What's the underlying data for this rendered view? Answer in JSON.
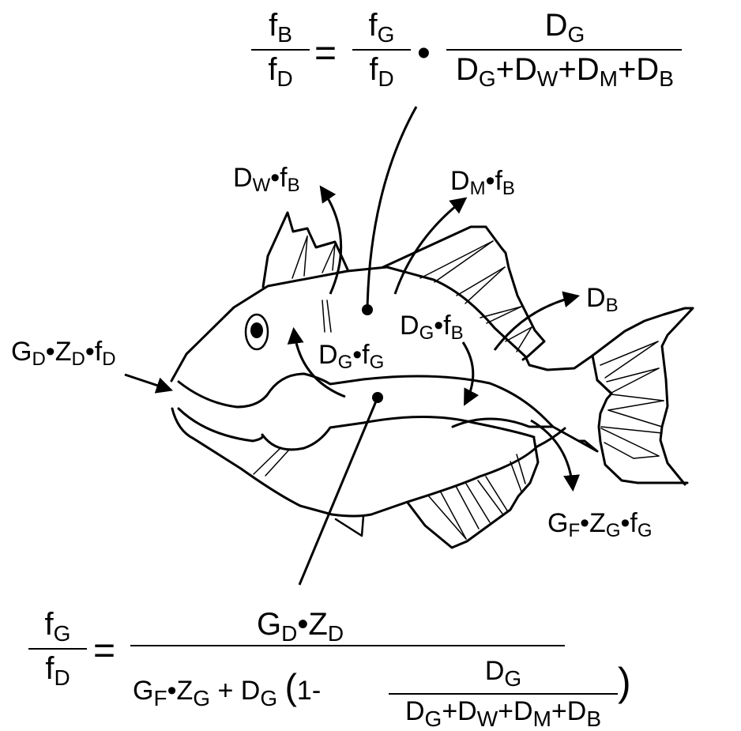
{
  "diagram": {
    "subject": "fish",
    "stroke_color": "#000000",
    "background_color": "#ffffff"
  },
  "equation_top": {
    "lhs": {
      "num_base": "f",
      "num_sub": "B",
      "den_base": "f",
      "den_sub": "D"
    },
    "equals": "=",
    "rhs_frac1": {
      "num_base": "f",
      "num_sub": "G",
      "den_base": "f",
      "den_sub": "D"
    },
    "dot": "•",
    "rhs_frac2": {
      "num_base": "D",
      "num_sub": "G",
      "den_terms": [
        {
          "base": "D",
          "sub": "G"
        },
        {
          "base": "D",
          "sub": "W"
        },
        {
          "base": "D",
          "sub": "M"
        },
        {
          "base": "D",
          "sub": "B"
        }
      ],
      "plus": "+"
    }
  },
  "equation_bottom": {
    "lhs": {
      "num_base": "f",
      "num_sub": "G",
      "den_base": "f",
      "den_sub": "D"
    },
    "equals": "=",
    "numerator": [
      {
        "base": "G",
        "sub": "D"
      },
      {
        "sep": "•"
      },
      {
        "base": "Z",
        "sub": "D"
      }
    ],
    "denominator": {
      "term1": [
        {
          "base": "G",
          "sub": "F"
        },
        {
          "sep": "•"
        },
        {
          "base": "Z",
          "sub": "G"
        }
      ],
      "plus": "+",
      "term2_coef": {
        "base": "D",
        "sub": "G"
      },
      "open_paren": "(",
      "one_minus": "1-",
      "inner_frac": {
        "num": {
          "base": "D",
          "sub": "G"
        },
        "den_terms": [
          {
            "base": "D",
            "sub": "G"
          },
          {
            "base": "D",
            "sub": "W"
          },
          {
            "base": "D",
            "sub": "M"
          },
          {
            "base": "D",
            "sub": "B"
          }
        ]
      },
      "close_paren": ")"
    }
  },
  "labels": {
    "water_elimination": {
      "parts": [
        {
          "base": "D",
          "sub": "W"
        },
        {
          "sep": "•"
        },
        {
          "base": "f",
          "sub": "B"
        }
      ]
    },
    "metabolism": {
      "parts": [
        {
          "base": "D",
          "sub": "M"
        },
        {
          "sep": "•"
        },
        {
          "base": "f",
          "sub": "B"
        }
      ]
    },
    "growth_dilution": {
      "parts": [
        {
          "base": "D",
          "sub": "B"
        }
      ]
    },
    "dietary_uptake": {
      "parts": [
        {
          "base": "G",
          "sub": "D"
        },
        {
          "sep": "•"
        },
        {
          "base": "Z",
          "sub": "D"
        },
        {
          "sep": "•"
        },
        {
          "base": "f",
          "sub": "D"
        }
      ]
    },
    "gut_to_body": {
      "parts": [
        {
          "base": "D",
          "sub": "G"
        },
        {
          "sep": "•"
        },
        {
          "base": "f",
          "sub": "G"
        }
      ]
    },
    "body_to_gut": {
      "parts": [
        {
          "base": "D",
          "sub": "G"
        },
        {
          "sep": "•"
        },
        {
          "base": "f",
          "sub": "B"
        }
      ]
    },
    "fecal_egestion": {
      "parts": [
        {
          "base": "G",
          "sub": "F"
        },
        {
          "sep": "•"
        },
        {
          "base": "Z",
          "sub": "G"
        },
        {
          "sep": "•"
        },
        {
          "base": "f",
          "sub": "G"
        }
      ]
    }
  }
}
